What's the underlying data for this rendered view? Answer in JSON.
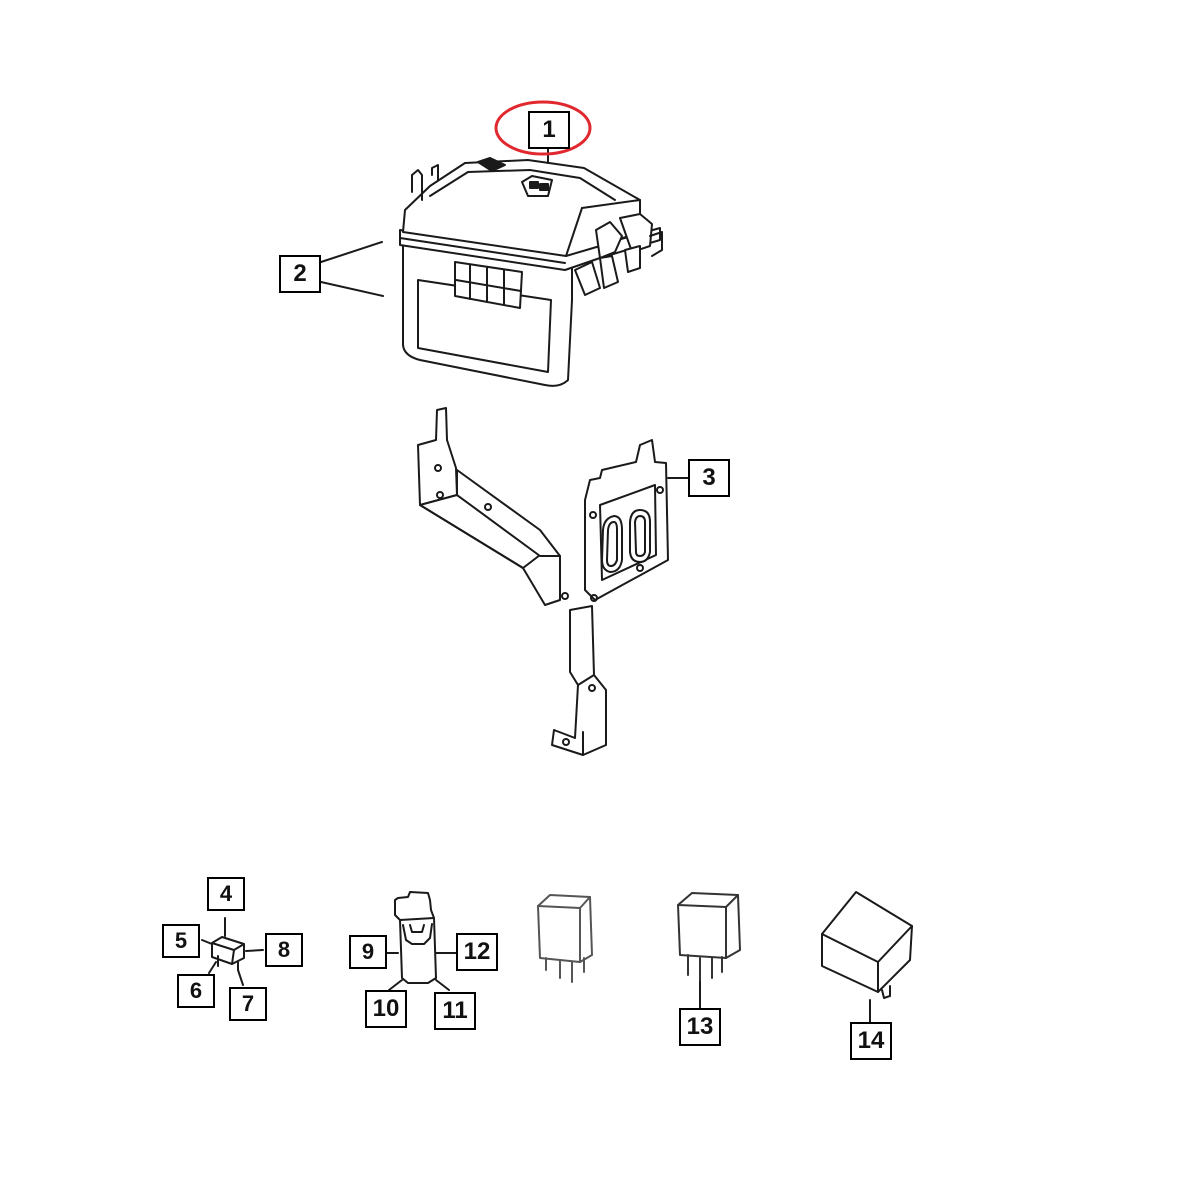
{
  "diagram": {
    "callouts": [
      {
        "id": "c1",
        "label": "1",
        "highlighted": true
      },
      {
        "id": "c2",
        "label": "2"
      },
      {
        "id": "c3",
        "label": "3"
      },
      {
        "id": "c4",
        "label": "4"
      },
      {
        "id": "c5",
        "label": "5"
      },
      {
        "id": "c6",
        "label": "6"
      },
      {
        "id": "c7",
        "label": "7"
      },
      {
        "id": "c8",
        "label": "8"
      },
      {
        "id": "c9",
        "label": "9"
      },
      {
        "id": "c10",
        "label": "10"
      },
      {
        "id": "c11",
        "label": "11"
      },
      {
        "id": "c12",
        "label": "12"
      },
      {
        "id": "c13",
        "label": "13"
      },
      {
        "id": "c14",
        "label": "14"
      }
    ],
    "highlight_color": "#e0282e",
    "line_color": "#1a1a1a",
    "fill_color": "#ffffff"
  }
}
